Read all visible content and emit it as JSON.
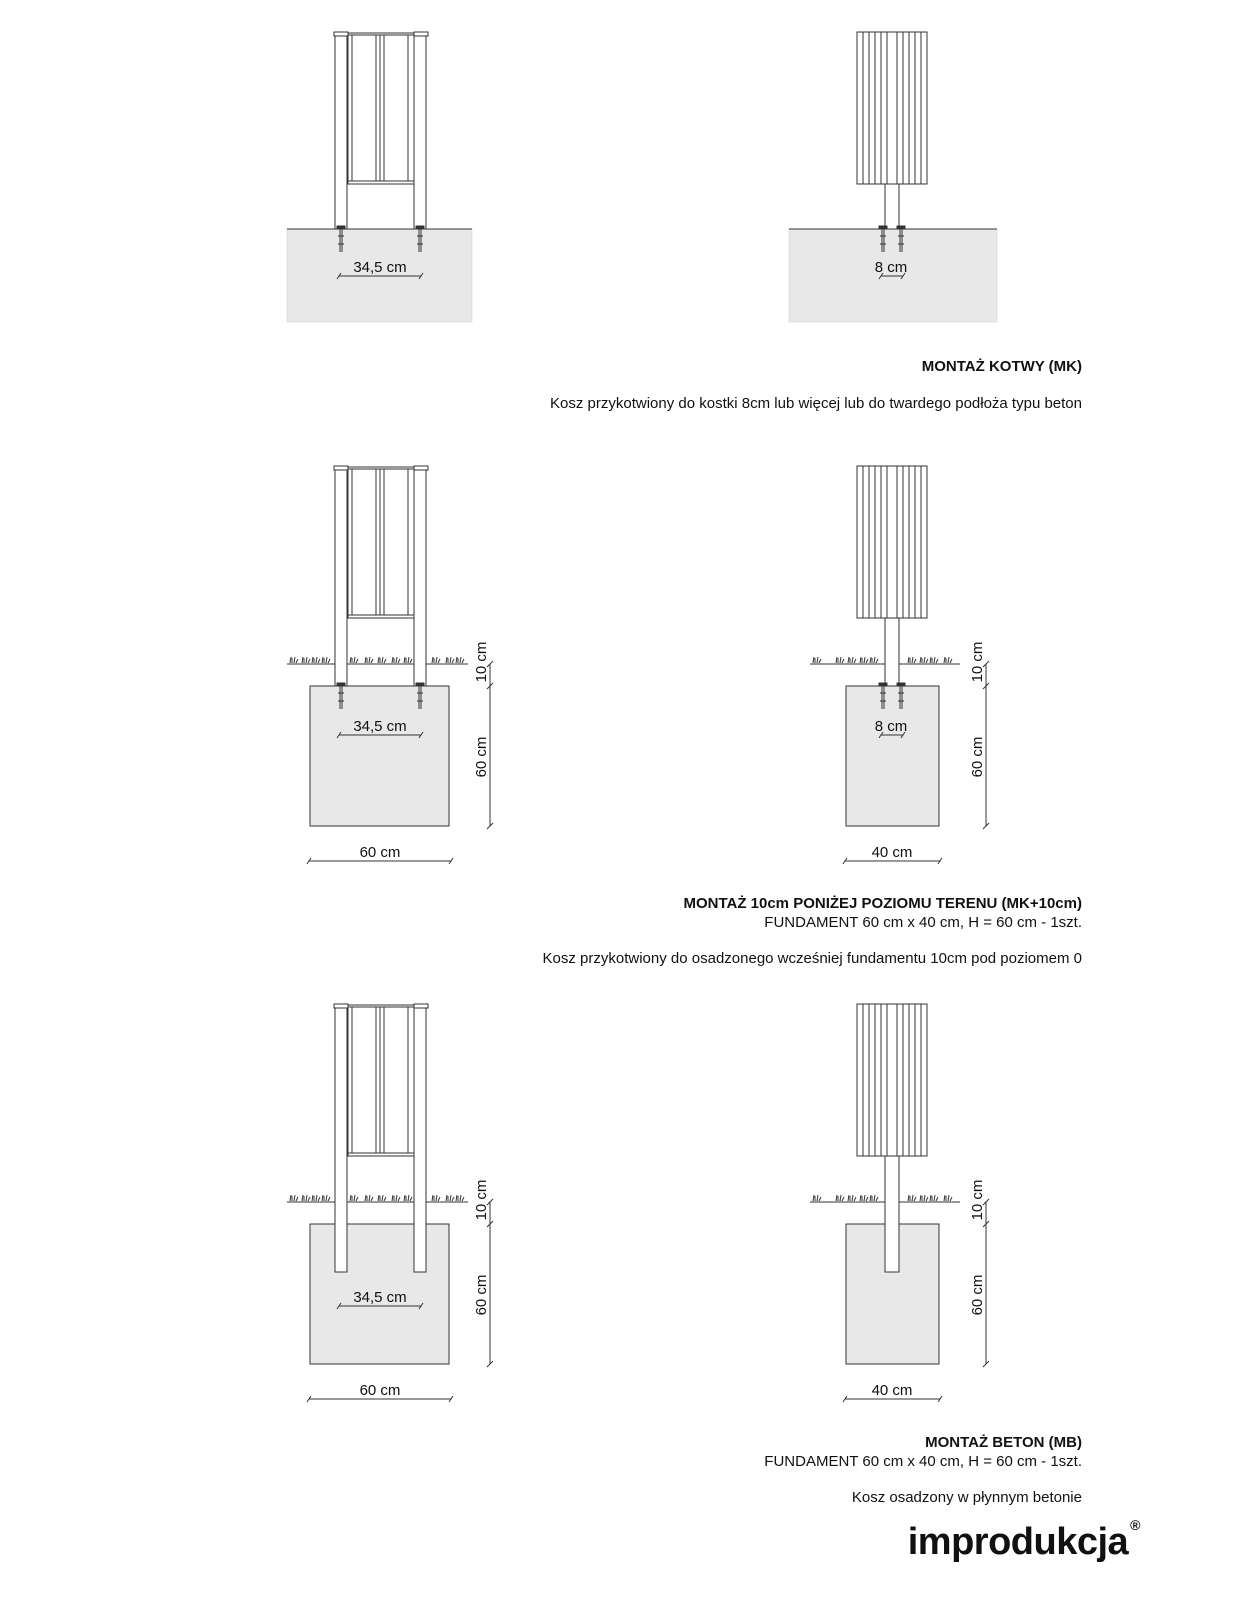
{
  "dims": {
    "d345": "34,5 cm",
    "d8": "8 cm",
    "d10": "10 cm",
    "d60": "60 cm",
    "d40": "40 cm"
  },
  "sections": [
    {
      "title": "MONTAŻ KOTWY (MK)",
      "subtitle": "",
      "description": "Kosz przykotwiony do kostki 8cm lub więcej lub do twardego podłoża typu beton"
    },
    {
      "title": "MONTAŻ 10cm PONIŻEJ POZIOMU TERENU (MK+10cm)",
      "subtitle": "FUNDAMENT 60 cm x 40 cm, H = 60 cm - 1szt.",
      "description": "Kosz przykotwiony do osadzonego wcześniej fundamentu 10cm pod poziomem 0"
    },
    {
      "title": "MONTAŻ BETON (MB)",
      "subtitle": "FUNDAMENT 60 cm x 40 cm, H = 60 cm - 1szt.",
      "description": "Kosz osadzony w płynnym betonie"
    }
  ],
  "brand": {
    "name": "improdukcja",
    "mark": "®"
  },
  "colors": {
    "ground": "#e8e8e8",
    "line": "#333333"
  }
}
